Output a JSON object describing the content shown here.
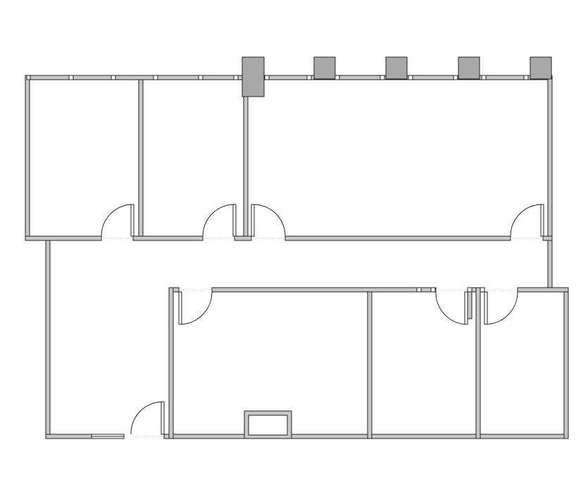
{
  "diagram": {
    "type": "floor-plan",
    "colors": {
      "wall_fill": "#c8c8c8",
      "column_fill": "#a8a8a8",
      "line": "#222222",
      "background": "#ffffff"
    },
    "counts": {
      "rooms": 6,
      "doors": 9,
      "exterior_columns": 5
    }
  }
}
